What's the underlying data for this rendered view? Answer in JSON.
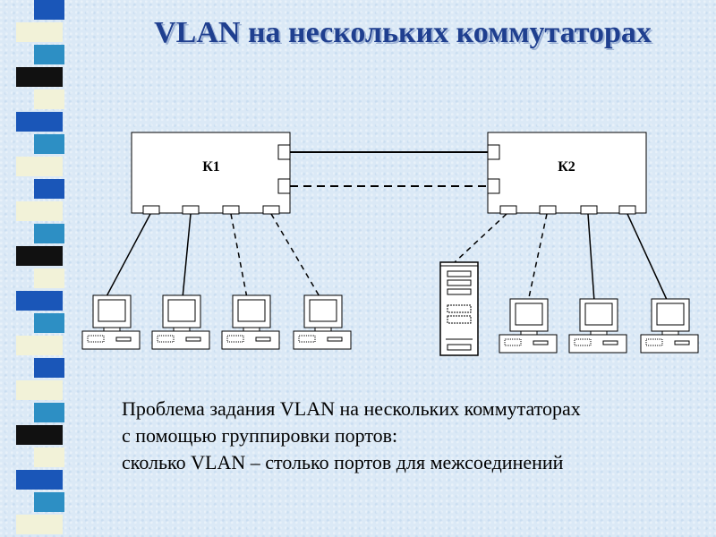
{
  "slide": {
    "title": "VLAN на нескольких коммутаторах",
    "stripe_colors": [
      "#1a56b8",
      "#f2f2d8",
      "#2d8fc4",
      "#111111",
      "#f2f2d8",
      "#1a56b8",
      "#2d8fc4",
      "#f2f2d8"
    ]
  },
  "diagram": {
    "switches": [
      {
        "id": "k1",
        "label": "К1"
      },
      {
        "id": "k2",
        "label": "К2"
      }
    ],
    "uplinks": [
      {
        "from": "k1",
        "to": "k2",
        "style": "solid"
      },
      {
        "from": "k1",
        "to": "k2",
        "style": "dashed"
      }
    ],
    "k1_hosts": [
      {
        "type": "workstation",
        "link": "solid"
      },
      {
        "type": "workstation",
        "link": "solid"
      },
      {
        "type": "workstation",
        "link": "dashed"
      },
      {
        "type": "workstation",
        "link": "dashed"
      }
    ],
    "k2_hosts": [
      {
        "type": "server",
        "link": "dashed"
      },
      {
        "type": "workstation",
        "link": "dashed"
      },
      {
        "type": "workstation",
        "link": "solid"
      },
      {
        "type": "workstation",
        "link": "solid"
      }
    ]
  },
  "caption": {
    "line1": "Проблема задания VLAN на нескольких коммутаторах",
    "line2": "с помощью группировки портов:",
    "line3": "сколько VLAN – столько портов для межсоединений"
  }
}
